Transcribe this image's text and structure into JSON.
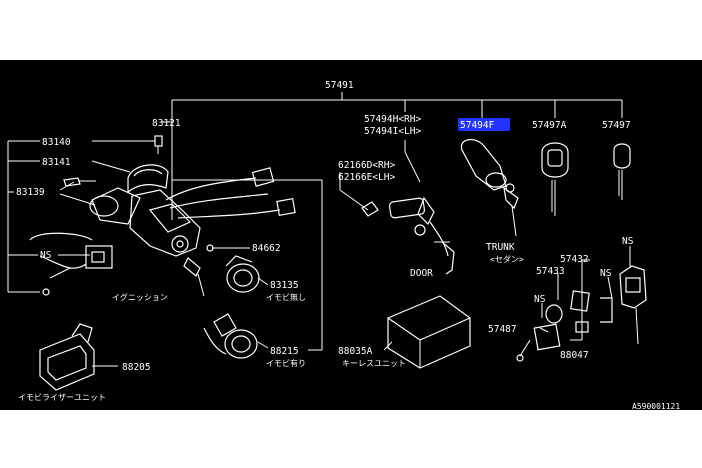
{
  "colors": {
    "background": "#000000",
    "line": "#ffffff",
    "highlight": "#2233ff",
    "page": "#ffffff"
  },
  "labels": {
    "root": "57491",
    "p83121": "83121",
    "p83140": "83140",
    "p83141": "83141",
    "p83139": "83139",
    "ns_left": "NS",
    "p84662": "84662",
    "p83135": "83135",
    "immobi_nashi": "イモビ無し",
    "ignition": "イグニッション",
    "p88215": "88215",
    "immobi_ari": "イモビ有り",
    "p88205": "88205",
    "immobilizer_unit": "イモビライザーユニット",
    "p57494h": "57494H<RH>",
    "p57494i": "57494I<LH>",
    "p62166d": "62166D<RH>",
    "p62166e": "62166E<LH>",
    "door": "DOOR",
    "p57494f": "57494F",
    "trunk": "TRUNK",
    "sedan": "<セダン>",
    "p57497a": "57497A",
    "p57497": "57497",
    "p88035a": "88035A",
    "keyless_unit": "キーレスユニット",
    "p57432": "57432",
    "p57433": "57433",
    "ns_mid": "NS",
    "ns_mid2": "NS",
    "ns_right": "NS",
    "p57487": "57487",
    "p88047": "88047",
    "footer_code": "A590001121"
  }
}
